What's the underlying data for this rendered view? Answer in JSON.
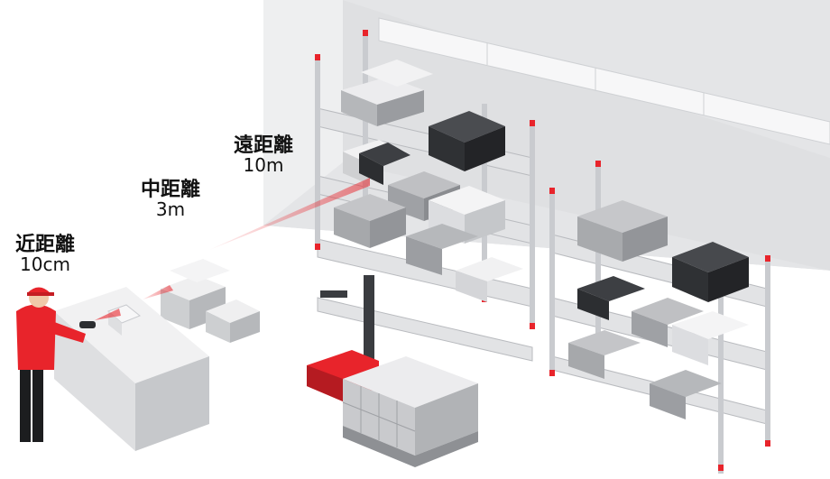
{
  "labels": {
    "near": {
      "title": "近距離",
      "distance": "10cm"
    },
    "middle": {
      "title": "中距離",
      "distance": "3m"
    },
    "far": {
      "title": "遠距離",
      "distance": "10m"
    }
  },
  "colors": {
    "accent": "#e8242b",
    "wall": "#e6e7e9",
    "box_light": "#d9dadc",
    "box_dark": "#3b3d40",
    "shelf_post": "#c9cbcf"
  }
}
